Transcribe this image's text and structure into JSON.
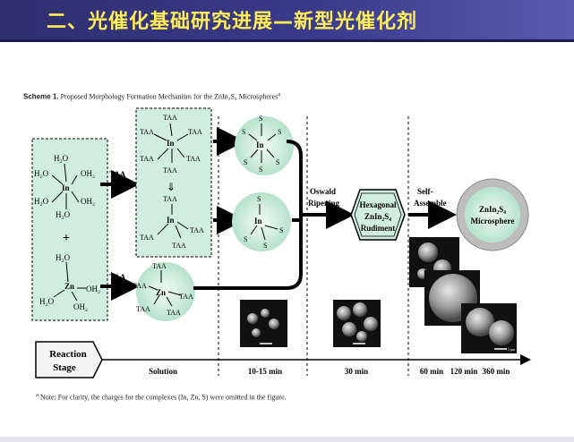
{
  "slide": {
    "title": "二、光催化基础研究进展—新型光催化剂",
    "scheme_label": "Scheme 1.",
    "scheme_caption": "Proposed Morphology Formation Mechanism for the ZnIn₂S₄ Microspheres",
    "scheme_caption_sup": "a",
    "footnote_sup": "a",
    "footnote": "Note: For clarity, the charges for the complexes (In, Zn, S) were omitted in the figure."
  },
  "complexes": {
    "in_center": "In",
    "zn_center": "Zn",
    "water": "H₂O",
    "hydroxide": "OH₂",
    "taa": "TAA",
    "s": "S",
    "plus": "+",
    "bridge_arrow": "⇓"
  },
  "process": {
    "taa_label_top": "TAA",
    "taa_label_bottom": "TAA",
    "ostwald_line1": "Oswald",
    "ostwald_line2": "Ripening",
    "self_assemble_line1": "Self-",
    "self_assemble_line2": "Assemble",
    "hexagonal_line1": "Hexagonal",
    "hexagonal_line2": "ZnIn₂S₄",
    "hexagonal_line3": "Rudiment",
    "sphere_line1": "ZnIn₂S₄",
    "sphere_line2": "Microsphere",
    "scale_label": "1 μm"
  },
  "timeline": {
    "stage_label_line1": "Reaction",
    "stage_label_line2": "Stage",
    "stages": [
      "Solution",
      "10-15 min",
      "30 min",
      "60 min",
      "120 min",
      "360 min"
    ]
  },
  "colors": {
    "header_bg": "#3a3a8c",
    "title_text": "#ffee55",
    "sphere_fill": "#cfeee0",
    "shell_fill": "#bdbdbd"
  }
}
